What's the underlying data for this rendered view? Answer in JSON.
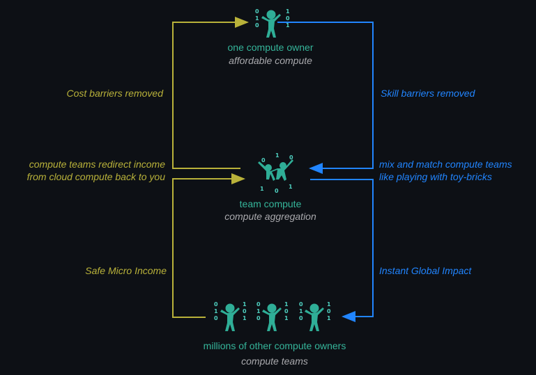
{
  "colors": {
    "background": "#0d1015",
    "olive": "#b9b23a",
    "blue": "#2185ff",
    "teal": "#35b59a",
    "gray": "#a9a9ad"
  },
  "nodes": {
    "top": {
      "title": "one compute owner",
      "subtitle": "affordable compute",
      "icon": "person-binary-icon"
    },
    "middle": {
      "title": "team compute",
      "subtitle": "compute aggregation",
      "icon": "team-binary-icon"
    },
    "bottom": {
      "title": "millions of other compute owners",
      "subtitle": "compute teams",
      "icon": "people-binary-icon"
    }
  },
  "binary": {
    "left": [
      "0",
      "1",
      "0"
    ],
    "right": [
      "1",
      "0",
      "1"
    ],
    "team": [
      "0",
      "1",
      "0",
      "1",
      "0",
      "1"
    ]
  },
  "edges": {
    "cost": "Cost barriers removed",
    "redirect_1": "compute teams redirect income",
    "redirect_2": "from cloud compute back to you",
    "safe": "Safe Micro Income",
    "skill": "Skill barriers removed",
    "mix_1": "mix and match compute teams",
    "mix_2": "like playing with toy-bricks",
    "instant": "Instant Global Impact"
  }
}
